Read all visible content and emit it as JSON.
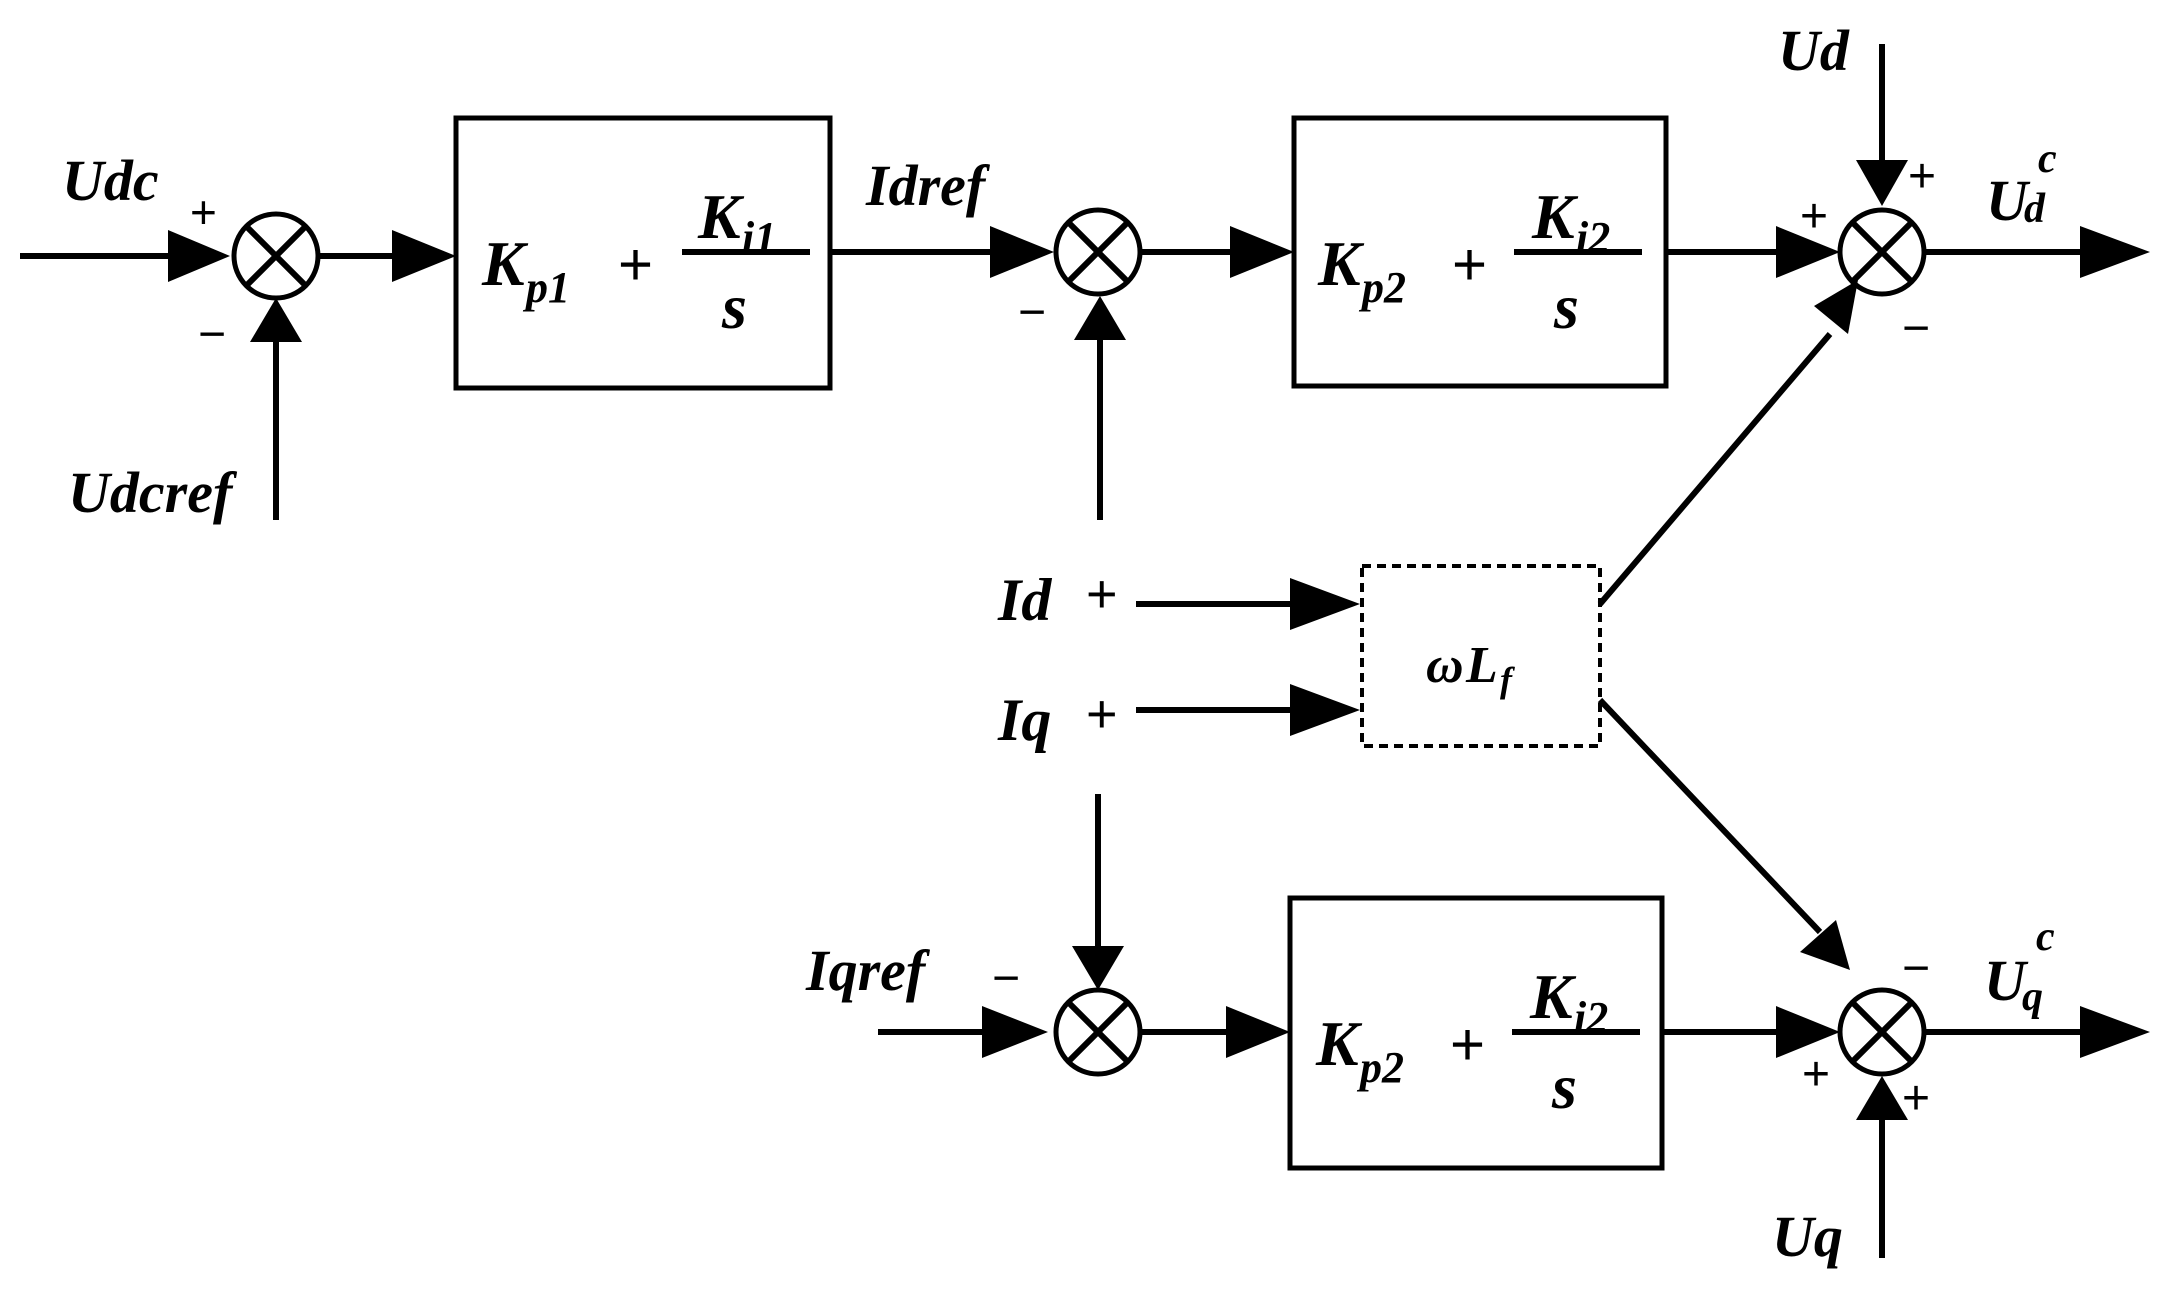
{
  "signals": {
    "udc": "Udc",
    "udcref": "Udcref",
    "idref": "Idref",
    "id": "Id",
    "iq": "Iq",
    "iqref": "Iqref",
    "ud": "Ud",
    "uq": "Uq",
    "udc_out": "U",
    "udc_out_sub": "d",
    "udc_out_sup": "c",
    "uqc_out": "U",
    "uqc_out_sub": "q",
    "uqc_out_sup": "c"
  },
  "blocks": {
    "pi1": {
      "kp": "K",
      "kp_sub": "p1",
      "plus": "+",
      "num": "K",
      "num_sub": "i1",
      "den": "s"
    },
    "pi2_d": {
      "kp": "K",
      "kp_sub": "p2",
      "plus": "+",
      "num": "K",
      "num_sub": "i2",
      "den": "s"
    },
    "pi2_q": {
      "kp": "K",
      "kp_sub": "p2",
      "plus": "+",
      "num": "K",
      "num_sub": "i2",
      "den": "s"
    },
    "coupling": {
      "omega": "ω",
      "l": "L",
      "l_sub": "f"
    }
  },
  "signs": {
    "plus": "+",
    "minus": "−"
  }
}
